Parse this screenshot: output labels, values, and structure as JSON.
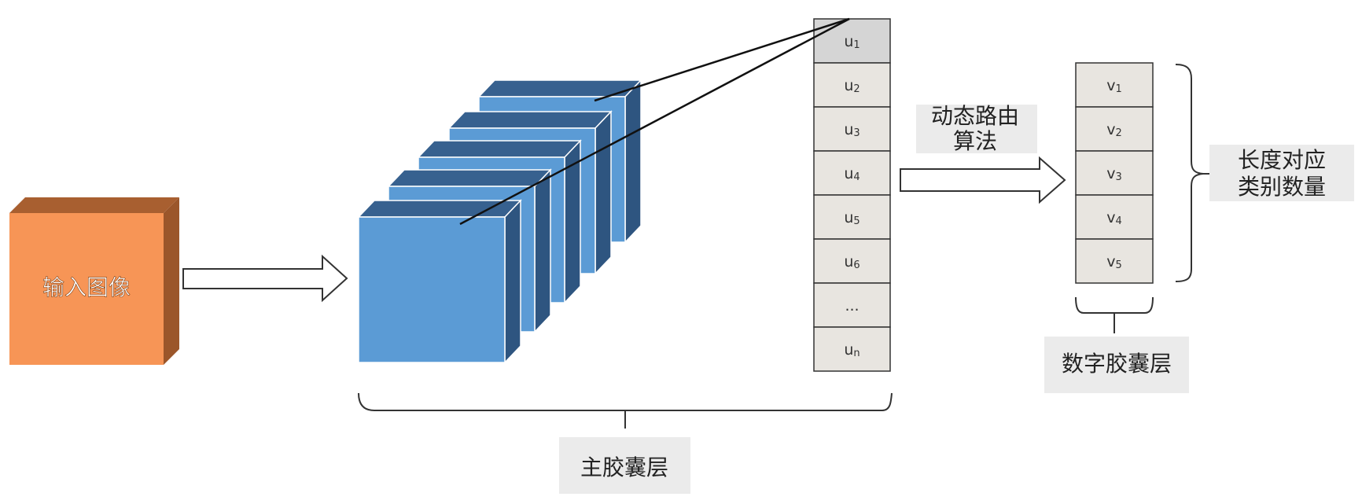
{
  "input_image": {
    "label": "输入图像"
  },
  "primary_capsules": {
    "label": "主胶囊层",
    "vectors": [
      {
        "base": "u",
        "sub": "1",
        "highlighted": true
      },
      {
        "base": "u",
        "sub": "2",
        "highlighted": false
      },
      {
        "base": "u",
        "sub": "3",
        "highlighted": false
      },
      {
        "base": "u",
        "sub": "4",
        "highlighted": false
      },
      {
        "base": "u",
        "sub": "5",
        "highlighted": false
      },
      {
        "base": "u",
        "sub": "6",
        "highlighted": false
      },
      {
        "base": "...",
        "sub": "",
        "highlighted": false
      },
      {
        "base": "u",
        "sub": "n",
        "highlighted": false
      }
    ]
  },
  "routing": {
    "line1": "动态路由",
    "line2": "算法"
  },
  "digit_capsules": {
    "label": "数字胶囊层",
    "vectors": [
      {
        "base": "v",
        "sub": "1"
      },
      {
        "base": "v",
        "sub": "2"
      },
      {
        "base": "v",
        "sub": "3"
      },
      {
        "base": "v",
        "sub": "4"
      },
      {
        "base": "v",
        "sub": "5"
      }
    ]
  },
  "length_note": {
    "line1": "长度对应",
    "line2": "类别数量"
  },
  "colors": {
    "input_front": "#f79556",
    "input_top": "#a85f30",
    "input_side": "#9b562a",
    "cube_front": "#5b9bd5",
    "cube_top": "#37618f",
    "cube_side": "#2e5580",
    "cell_fill": "#e8e5e0",
    "cell_highlight": "#d5d5d5",
    "label_bg": "#ebebeb"
  }
}
